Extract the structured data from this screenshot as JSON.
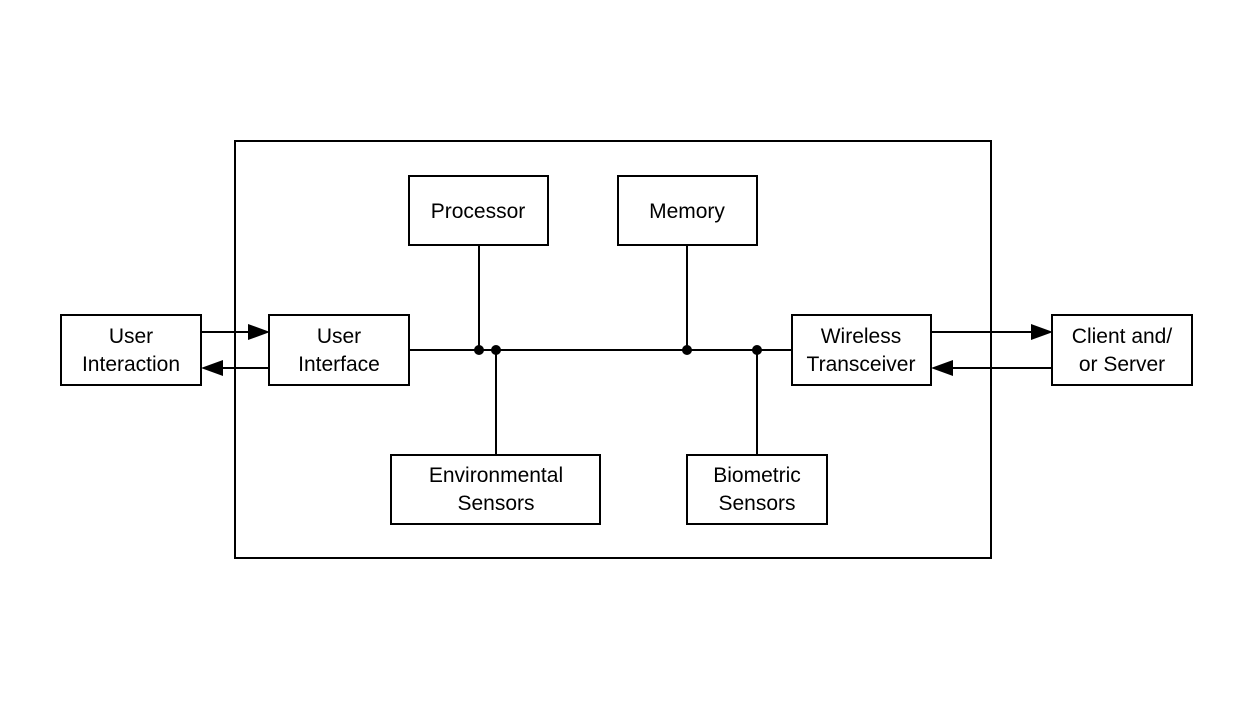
{
  "diagram": {
    "boxes": {
      "user_interaction": [
        "User",
        "Interaction"
      ],
      "user_interface": [
        "User",
        "Interface"
      ],
      "processor": [
        "Processor"
      ],
      "memory": [
        "Memory"
      ],
      "environmental_sensors": [
        "Environmental",
        "Sensors"
      ],
      "biometric_sensors": [
        "Biometric",
        "Sensors"
      ],
      "wireless_transceiver": [
        "Wireless",
        "Transceiver"
      ],
      "client_server": [
        "Client and/",
        "or Server"
      ]
    }
  }
}
